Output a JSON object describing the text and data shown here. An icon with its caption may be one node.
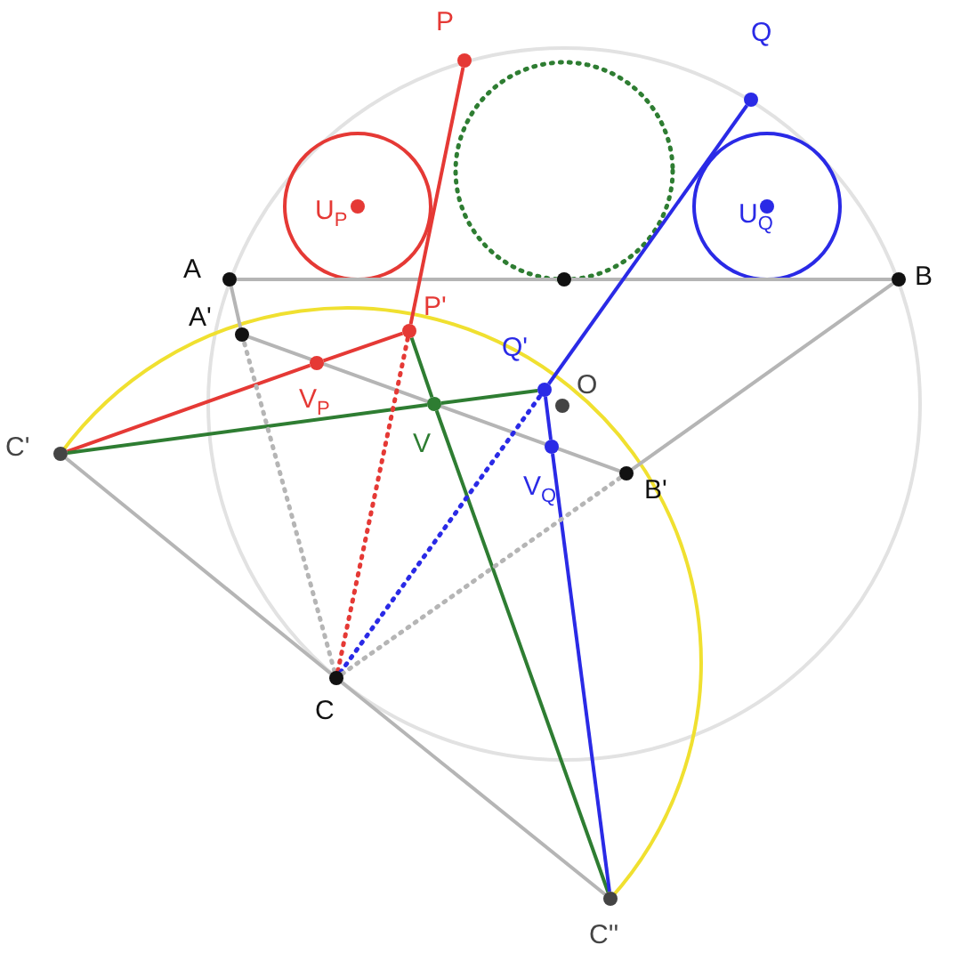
{
  "diagram": {
    "nodes": [
      {
        "text": [
          "P"
        ]
      },
      {
        "text": [
          "Q"
        ]
      },
      {
        "text": [
          "U$_{P}$"
        ]
      },
      {
        "text": [
          "U$_{Q}$"
        ]
      },
      {
        "text": [
          "A"
        ]
      },
      {
        "text": [],
        "shape": "circle"
      },
      {
        "text": [
          "B"
        ]
      },
      {
        "text": [
          "A'"
        ]
      },
      {
        "text": [
          "P'"
        ]
      },
      {
        "text": [
          "V$_{P}$"
        ]
      },
      {
        "text": [
          "V"
        ]
      },
      {
        "text": [
          "Q'"
        ]
      },
      {
        "text": [
          "O"
        ]
      },
      {
        "text": [
          "C'"
        ]
      },
      {
        "text": [
          "V$_{Q}$"
        ]
      },
      {
        "text": [
          "B'"
        ]
      },
      {
        "text": [
          "C"
        ]
      },
      {
        "text": [
          "C''"
        ]
      }
    ],
    "edges": [
      {
        "from": 4,
        "to": 5,
        "arrow": "none"
      },
      {
        "from": 5,
        "to": 6,
        "arrow": "none"
      },
      {
        "from": 4,
        "to": 7,
        "arrow": "none"
      },
      {
        "from": 7,
        "to": 15,
        "arrow": "none"
      },
      {
        "from": 6,
        "to": 15,
        "arrow": "none"
      },
      {
        "from": 13,
        "to": 16,
        "arrow": "none"
      },
      {
        "from": 16,
        "to": 17,
        "arrow": "none"
      },
      {
        "from": 0,
        "to": 8,
        "arrow": "none",
        "color": "#e53935"
      },
      {
        "from": 13,
        "to": 9,
        "arrow": "none",
        "color": "#e53935"
      },
      {
        "from": 9,
        "to": 8,
        "arrow": "none",
        "color": "#e53935"
      },
      {
        "from": 13,
        "to": 10,
        "arrow": "none",
        "color": "#2e7d32"
      },
      {
        "from": 10,
        "to": 11,
        "arrow": "none",
        "color": "#2e7d32"
      },
      {
        "from": 8,
        "to": 10,
        "arrow": "none",
        "color": "#2e7d32"
      },
      {
        "from": 10,
        "to": 17,
        "arrow": "none",
        "color": "#2e7d32"
      },
      {
        "from": 1,
        "to": 11,
        "arrow": "none",
        "color": "#2a2ae6"
      },
      {
        "from": 11,
        "to": 14,
        "arrow": "none",
        "color": "#2a2ae6"
      },
      {
        "from": 14,
        "to": 17,
        "arrow": "none",
        "color": "#2a2ae6"
      },
      {
        "from": 16,
        "to": 7,
        "arrow": "none",
        "style": "dashed"
      },
      {
        "from": 16,
        "to": 8,
        "arrow": "none",
        "style": "dashed",
        "color": "#e53935"
      },
      {
        "from": 16,
        "to": 11,
        "arrow": "none",
        "style": "dashed",
        "color": "#2a2ae6"
      },
      {
        "from": 16,
        "to": 15,
        "arrow": "none",
        "style": "dashed"
      }
    ]
  }
}
